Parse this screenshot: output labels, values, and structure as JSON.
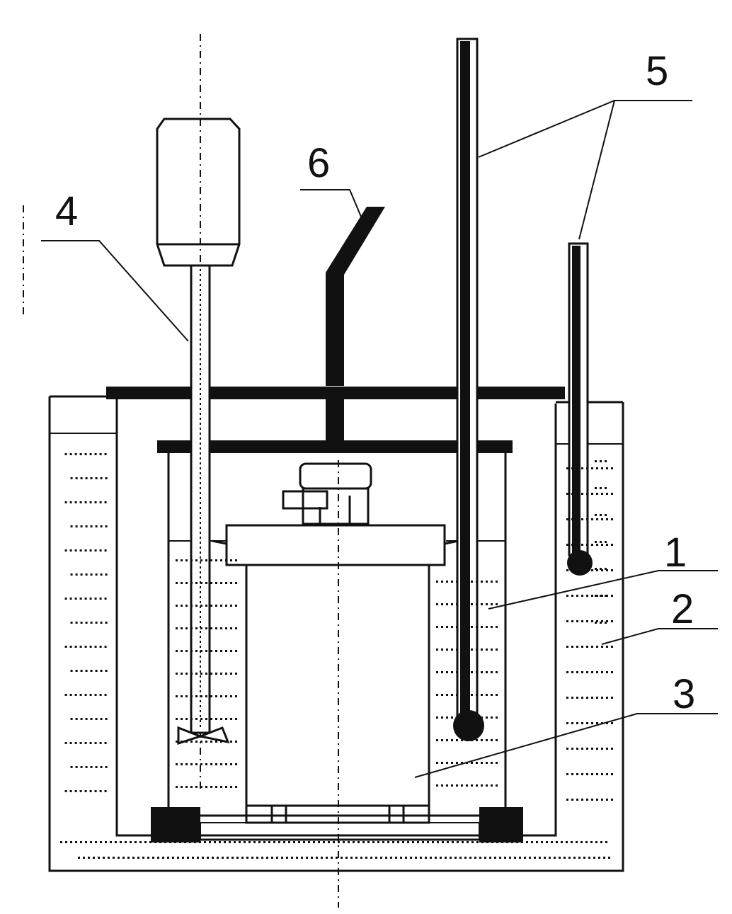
{
  "labels": {
    "l1": "1",
    "l2": "2",
    "l3": "3",
    "l4": "4",
    "l5": "5",
    "l6": "6"
  },
  "colors": {
    "ink": "#111111",
    "background": "#ffffff"
  }
}
